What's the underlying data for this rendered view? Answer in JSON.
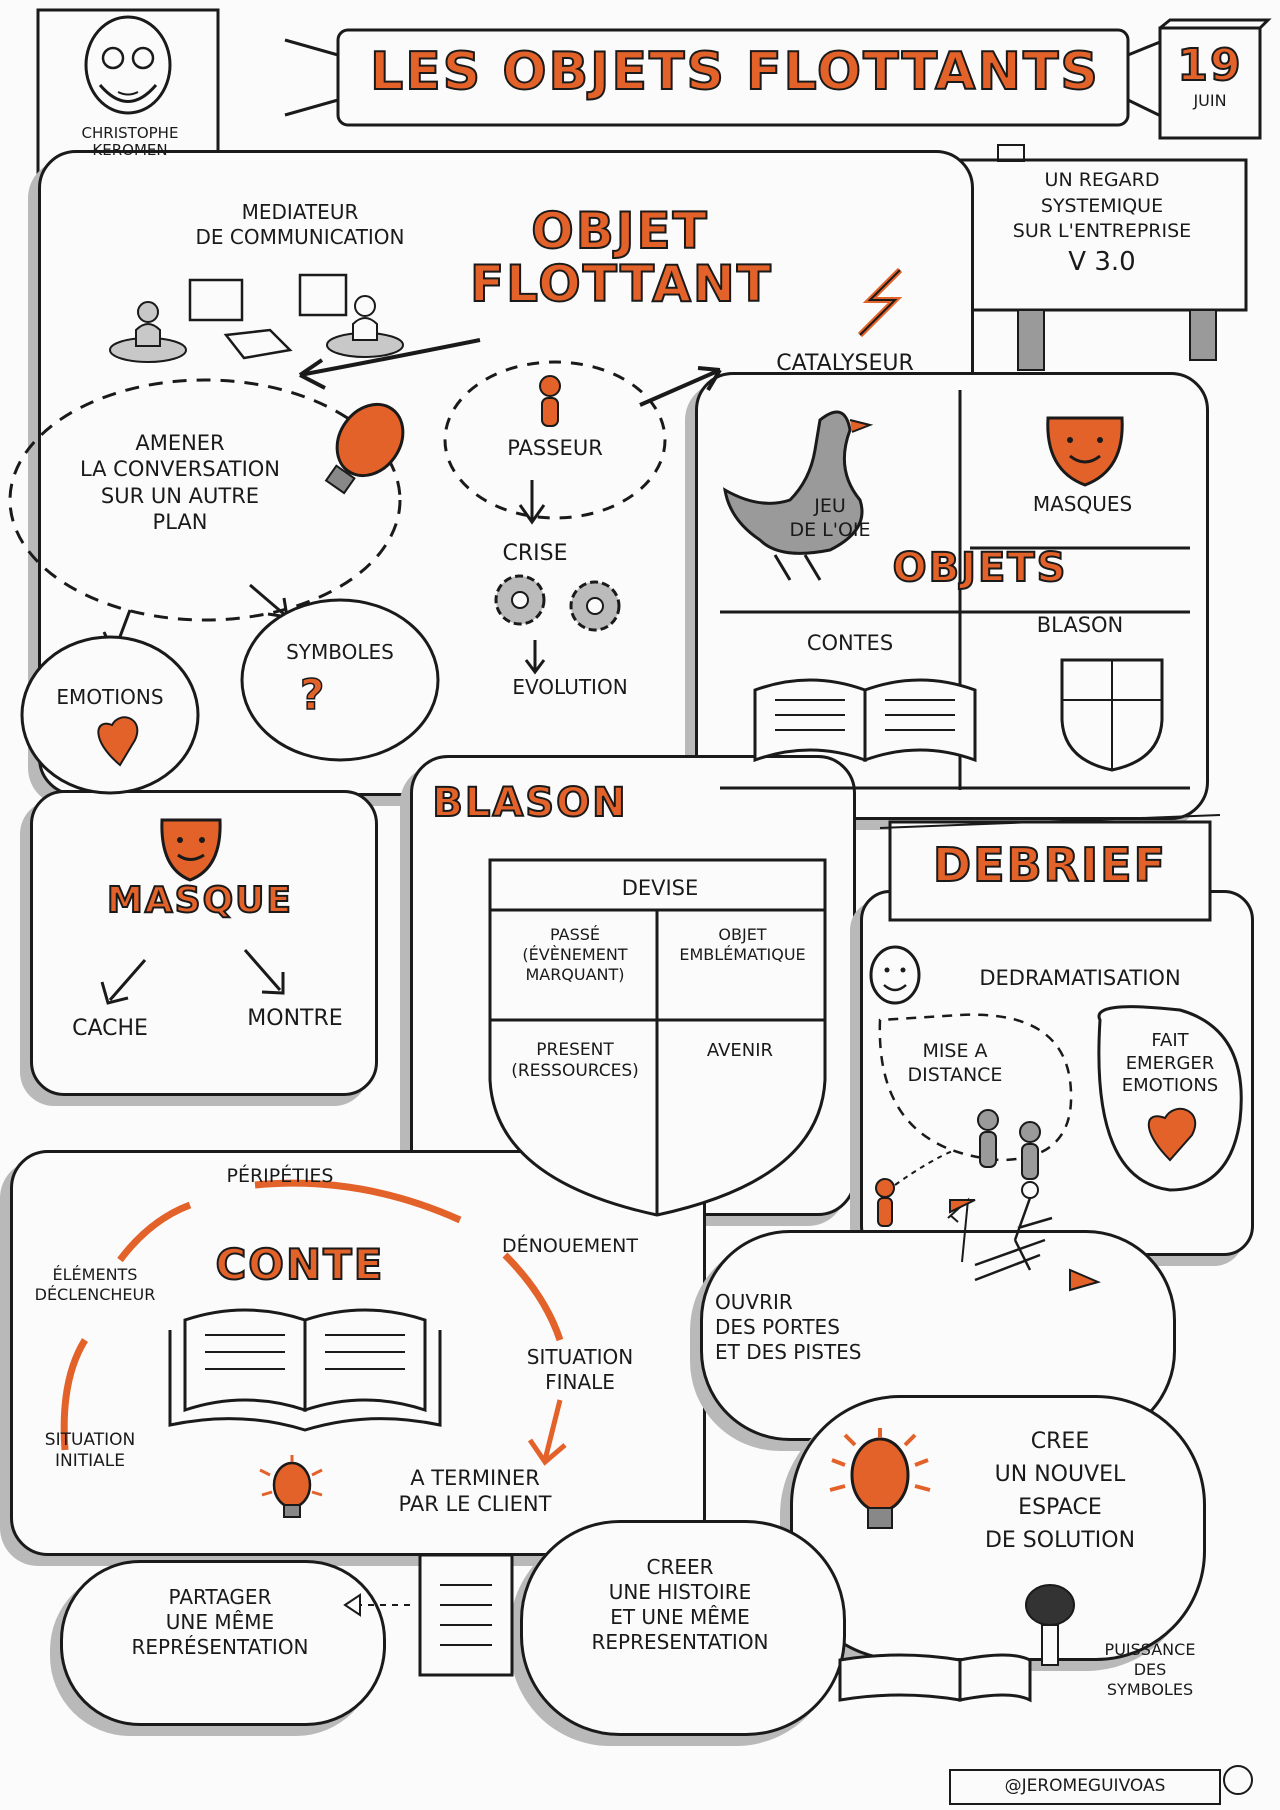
{
  "title": "LES OBJETS FLOTTANTS",
  "date": {
    "day": "19",
    "month": "JUIN"
  },
  "speaker": {
    "name_line1": "CHRISTOPHE",
    "name_line2": "KEROMEN"
  },
  "signpost": {
    "line1": "UN REGARD",
    "line2": "SYSTEMIQUE",
    "line3": "SUR L'ENTREPRISE",
    "line4": "V 3.0"
  },
  "objet_flottant": {
    "title_line1": "OBJET",
    "title_line2": "FLOTTANT",
    "mediateur_line1": "MEDIATEUR",
    "mediateur_line2": "DE COMMUNICATION",
    "catalyseur": "CATALYSEUR",
    "amener_line1": "AMENER",
    "amener_line2": "LA CONVERSATION",
    "amener_line3": "SUR UN AUTRE",
    "amener_line4": "PLAN",
    "passeur": "PASSEUR",
    "crise": "CRISE",
    "evolution": "EVOLUTION",
    "emotions": "EMOTIONS",
    "symboles": "SYMBOLES"
  },
  "objets": {
    "title": "OBJETS",
    "jeu_line1": "JEU",
    "jeu_line2": "DE L'OIE",
    "masques": "MASQUES",
    "contes": "CONTES",
    "blason": "BLASON"
  },
  "masque": {
    "title": "MASQUE",
    "cache": "CACHE",
    "montre": "MONTRE"
  },
  "blason": {
    "title": "BLASON",
    "devise": "DEVISE",
    "passe_line1": "PASSÉ",
    "passe_line2": "(ÉVÈNEMENT",
    "passe_line3": "MARQUANT)",
    "objet_line1": "OBJET",
    "objet_line2": "EMBLÉMATIQUE",
    "present_line1": "PRESENT",
    "present_line2": "(RESSOURCES)",
    "avenir": "AVENIR"
  },
  "debrief": {
    "title": "DEBRIEF",
    "dedramatisation": "DEDRAMATISATION",
    "mise_line1": "MISE A",
    "mise_line2": "DISTANCE",
    "fait_line1": "FAIT",
    "fait_line2": "EMERGER",
    "fait_line3": "EMOTIONS",
    "ouvrir_line1": "OUVRIR",
    "ouvrir_line2": "DES PORTES",
    "ouvrir_line3": "ET DES PISTES",
    "creer_line1": "CREE",
    "creer_line2": "UN NOUVEL",
    "creer_line3": "ESPACE",
    "creer_line4": "DE SOLUTION",
    "puissance_line1": "PUISSANCE",
    "puissance_line2": "DES",
    "puissance_line3": "SYMBOLES"
  },
  "conte": {
    "title": "CONTE",
    "peripeties": "PÉRIPÉTIES",
    "elements_line1": "ÉLÉMENTS",
    "elements_line2": "DÉCLENCHEUR",
    "denouement": "DÉNOUEMENT",
    "initiale_line1": "SITUATION",
    "initiale_line2": "INITIALE",
    "finale_line1": "SITUATION",
    "finale_line2": "FINALE",
    "terminer_line1": "A TERMINER",
    "terminer_line2": "PAR LE CLIENT"
  },
  "bottom": {
    "partager_line1": "PARTAGER",
    "partager_line2": "UNE MÊME",
    "partager_line3": "REPRÉSENTATION",
    "creer_line1": "CREER",
    "creer_line2": "UNE HISTOIRE",
    "creer_line3": "ET UNE MÊME",
    "creer_line4": "REPRESENTATION"
  },
  "credit": "@JEROMEGUIVOAS",
  "colors": {
    "accent": "#e2622a",
    "ink": "#1a1a1a",
    "shadow": "#b9b9b9"
  }
}
